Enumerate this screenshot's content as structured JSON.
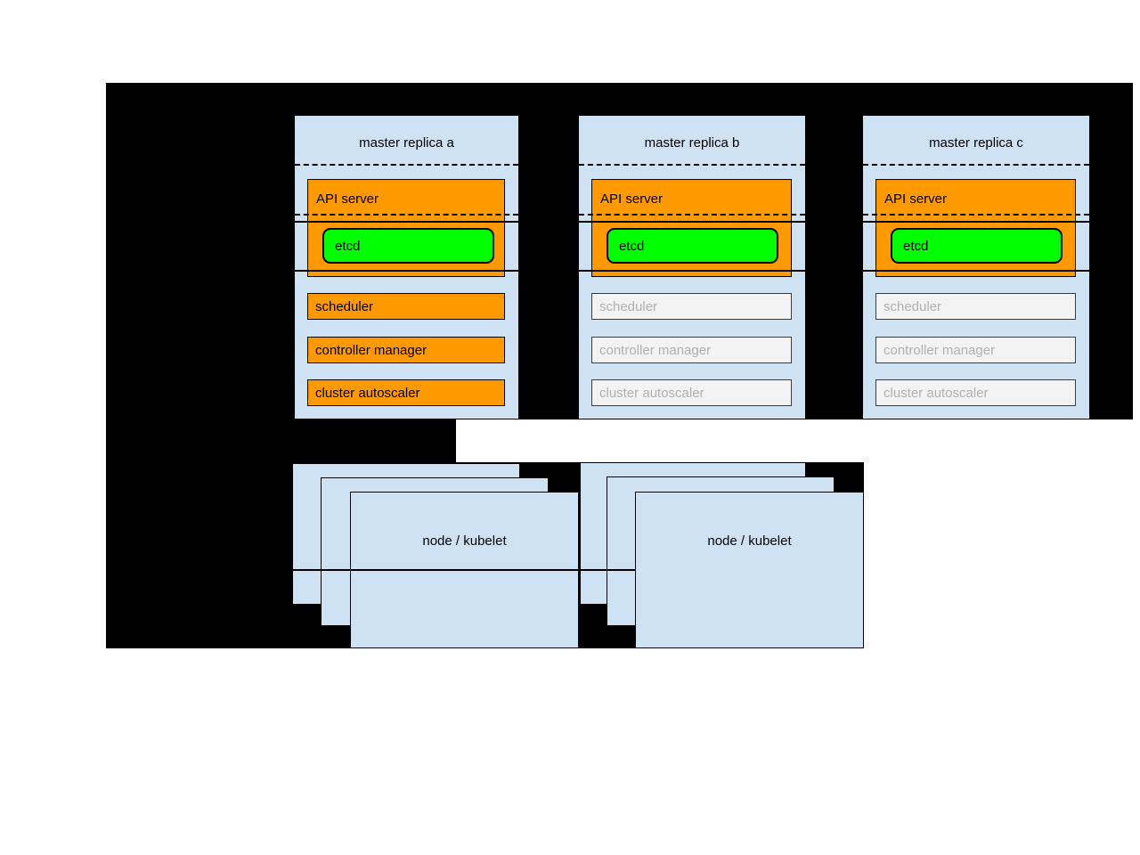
{
  "diagram": {
    "masters": [
      {
        "title": "master replica a",
        "state": "active",
        "api_server": "API server",
        "etcd": "etcd",
        "scheduler": "scheduler",
        "controller_manager": "controller manager",
        "cluster_autoscaler": "cluster autoscaler"
      },
      {
        "title": "master replica b",
        "state": "standby",
        "api_server": "API server",
        "etcd": "etcd",
        "scheduler": "scheduler",
        "controller_manager": "controller manager",
        "cluster_autoscaler": "cluster autoscaler"
      },
      {
        "title": "master replica c",
        "state": "standby",
        "api_server": "API server",
        "etcd": "etcd",
        "scheduler": "scheduler",
        "controller_manager": "controller manager",
        "cluster_autoscaler": "cluster autoscaler"
      }
    ],
    "nodes": [
      {
        "label": "node / kubelet"
      },
      {
        "label": "node / kubelet"
      }
    ],
    "colors": {
      "backdrop": "#000000",
      "panel_blue": "#cfe2f3",
      "active_orange": "#ff9900",
      "etcd_green": "#00ff00",
      "inactive_bg": "#f3f3f3",
      "inactive_text": "#b0b0b0"
    }
  }
}
